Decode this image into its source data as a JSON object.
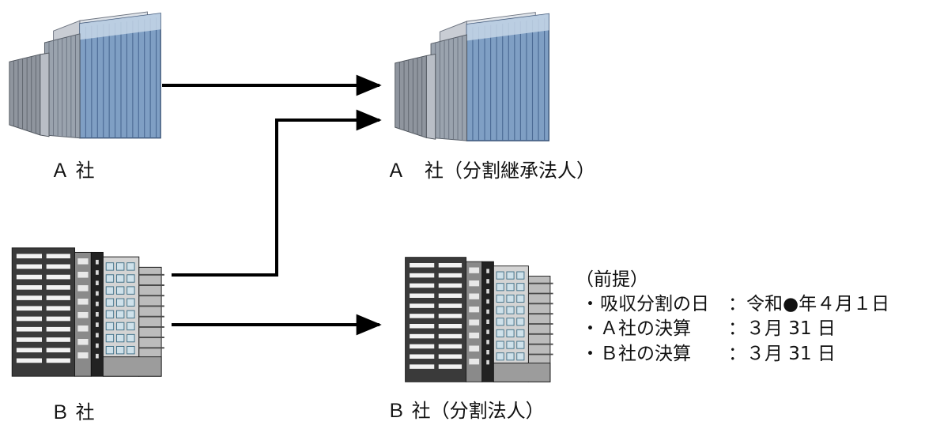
{
  "companies": {
    "a_left_label": "Ａ 社",
    "a_right_label": "Ａ　社（分割継承法人）",
    "b_left_label": "Ｂ 社",
    "b_right_label": "Ｂ 社（分割法人）"
  },
  "premises": {
    "heading": "（前提）",
    "items": [
      {
        "bullet": "・",
        "label": "吸収分割の日",
        "value": "：令和●年４月１日"
      },
      {
        "bullet": "・",
        "label": "Ａ社の決算",
        "value": "：３月 31 日"
      },
      {
        "bullet": "・",
        "label": "Ｂ社の決算",
        "value": "：３月 31 日"
      }
    ]
  },
  "icons": {
    "company_a_building": "glass-office-building-icon",
    "company_b_building": "dark-office-building-icon",
    "arrow": "arrow-right-icon"
  },
  "colors": {
    "glass_blue": "#7f9fc4",
    "dark_facade": "#3a3a3a",
    "arrow": "#000000"
  }
}
